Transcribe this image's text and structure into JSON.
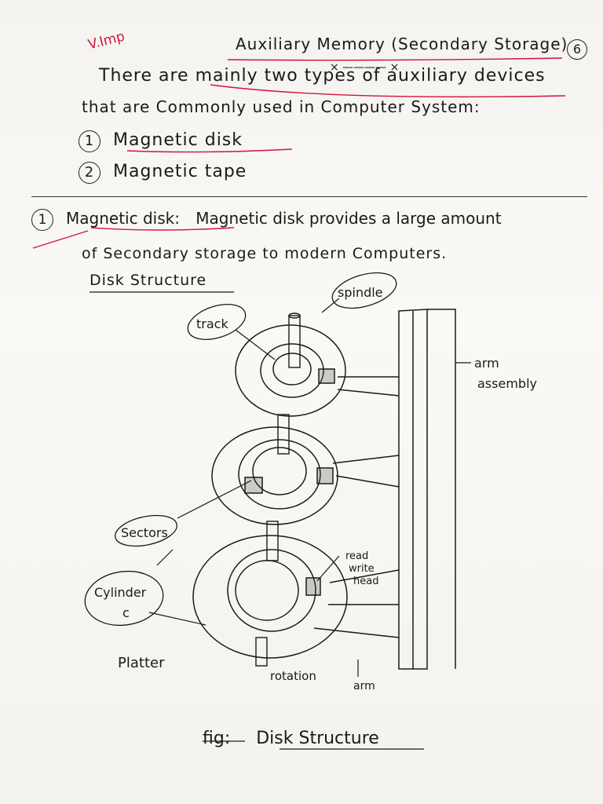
{
  "header": {
    "note": "V.Imp",
    "title": "Auxiliary Memory (Secondary Storage)",
    "page_number": "6"
  },
  "intro": {
    "line1": "There are mainly two types of auxiliary devices",
    "line2": "that are Commonly used in Computer System:"
  },
  "types": [
    {
      "num": "1",
      "label": "Magnetic disk"
    },
    {
      "num": "2",
      "label": "Magnetic tape"
    }
  ],
  "section": {
    "num": "1",
    "heading": "Magnetic disk:",
    "text_line1": "Magnetic disk provides a large amount",
    "text_line2": "of Secondary storage to modern Computers.",
    "subheading": "Disk Structure"
  },
  "diagram_labels": {
    "track": "track",
    "spindle": "spindle",
    "arm_assembly_1": "arm",
    "arm_assembly_2": "assembly",
    "sectors": "Sectors",
    "cylinder_1": "Cylinder",
    "cylinder_2": "c",
    "rwh_1": "read",
    "rwh_2": "write",
    "rwh_3": "head",
    "platter": "Platter",
    "rotation": "rotation",
    "arm": "arm"
  },
  "caption": {
    "fig": "fig:",
    "text": "Disk Structure"
  }
}
